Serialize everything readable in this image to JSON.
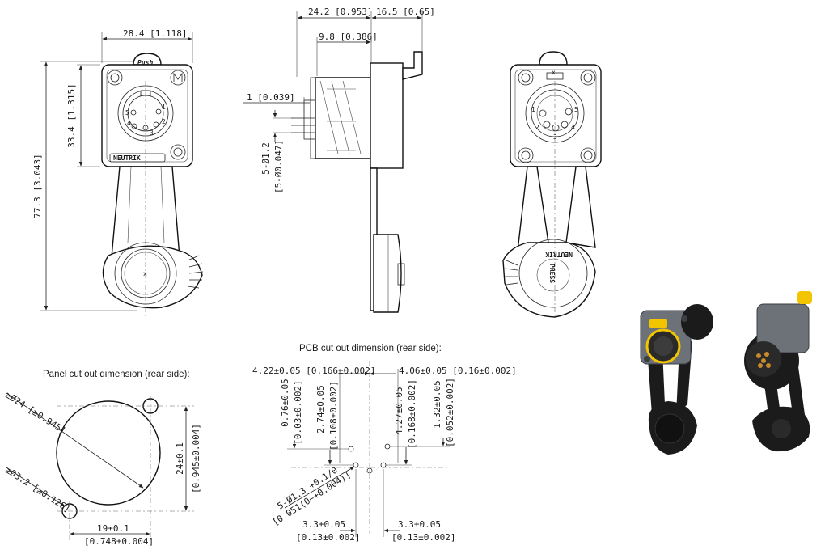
{
  "dimensions": {
    "width_top": "28.4 [1.118]",
    "height_square": "33.4 [1.315]",
    "height_total": "77.3 [3.043]",
    "side_depth": "24.2 [0.953]",
    "side_latch": "16.5 [0.65]",
    "side_flange": "9.8 [0.386]",
    "pin_offset": "1 [0.039]",
    "pin_dia_mm": "5-Ø1.2",
    "pin_dia_in": "[5-Ø0.047]"
  },
  "labels": {
    "push": "Push",
    "brand": "NEUTRIK",
    "press": "PRESS",
    "center_mark": "x",
    "pin_numbers_front": [
      "1",
      "2",
      "3",
      "4",
      "5"
    ],
    "pin_numbers_rear": [
      "1",
      "2",
      "3",
      "4",
      "5"
    ]
  },
  "panel_cutout": {
    "title": "Panel cut out dimension (rear side):",
    "big_dia": "≥Ø24 [≥0.945]",
    "small_dia": "≥Ø3.2 [≥0.126]",
    "height_mm": "24±0.1",
    "height_in": "[0.945±0.004]",
    "width_mm": "19±0.1",
    "width_in": "[0.748±0.004]"
  },
  "pcb_cutout": {
    "title": "PCB cut out dimension (rear side):",
    "left_top": "4.22±0.05 [0.166±0.002]",
    "right_top": "4.06±0.05 [0.16±0.002]",
    "v1_mm": "0.76±0.05",
    "v1_in": "[0.03±0.002]",
    "v2_mm": "2.74±0.05",
    "v2_in": "[0.108±0.002]",
    "v3_mm": "4.27±0.05",
    "v3_in": "[0.168±0.002]",
    "v4_mm": "1.32±0.05",
    "v4_in": "[0.052±0.002]",
    "hole_mm": "5-Ø1.3 +0.1/0",
    "hole_in": "[0.051(0~+0.004)]",
    "bottom_left_mm": "3.3±0.05",
    "bottom_left_in": "[0.13±0.002]",
    "bottom_right_mm": "3.3±0.05",
    "bottom_right_in": "[0.13±0.002]"
  },
  "colors": {
    "line": "#1a1a1a",
    "housing_grey": "#6d7278",
    "rubber_black": "#1b1b1b",
    "accent_yellow": "#f2c500",
    "contact_gold": "#c98a2b"
  }
}
